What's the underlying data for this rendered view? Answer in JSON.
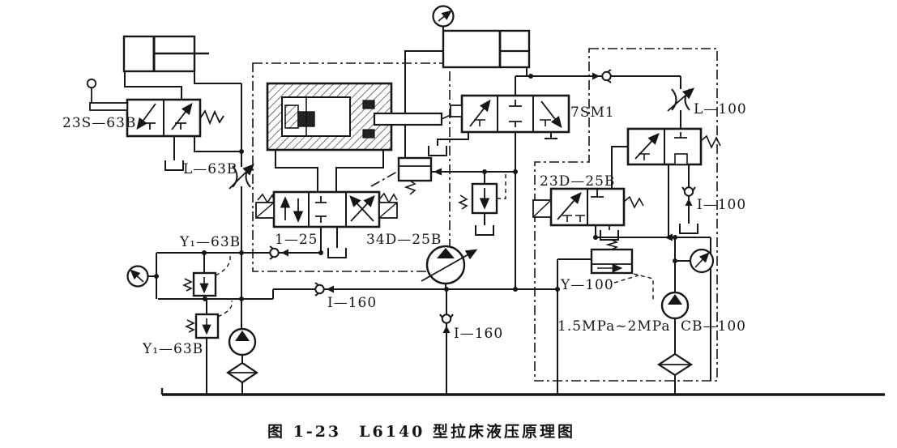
{
  "figure": {
    "caption": "图 1-23　L6140 型拉床液压原理图",
    "ink": "#161616",
    "background": "#ffffff",
    "type": "hydraulic-schematic"
  },
  "labels": {
    "pilot_valve_23s": "23S—63B",
    "throttle_l63b": "L—63B",
    "relief_y1_63b_upper": "Y₁—63B",
    "relief_y1_63b_lower": "Y₁—63B",
    "check_1_25": "1—25",
    "directional_34d_25b": "34D—25B",
    "check_i160_left": "I—160",
    "check_i160_mid": "I—160",
    "pilot_7sm1": "7SM1",
    "solenoid_23d_25b": "23D—25B",
    "throttle_l100": "L—100",
    "check_i100": "I—100",
    "relief_y100": "Y—100",
    "pressure_range": "1.5MPa~2MPa",
    "pump_cb100": "CB—100"
  }
}
